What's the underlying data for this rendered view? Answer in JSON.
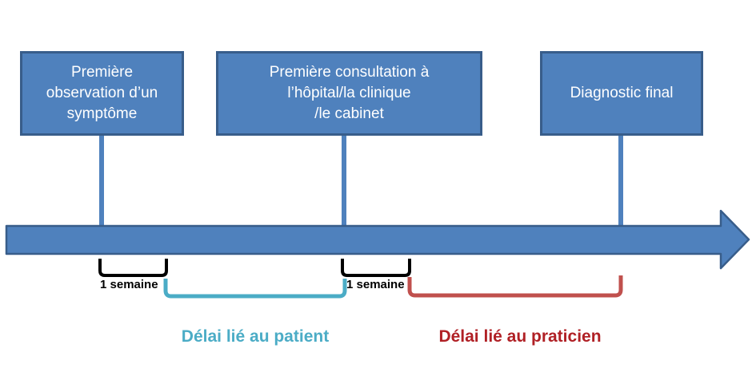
{
  "colors": {
    "box_fill": "#4F81BD",
    "box_border": "#385D8A",
    "timeline_fill": "#4F81BD",
    "timeline_border": "#385D8A",
    "bracket_black": "#000000",
    "bracket_teal": "#4BACC6",
    "bracket_red": "#C0504D",
    "label_teal": "#4BACC6",
    "label_red": "#B02025"
  },
  "boxes": [
    {
      "label": "Première\nobservation d’un\nsymptôme"
    },
    {
      "label": "Première consultation à\nl’hôpital/la clinique\n/le cabinet"
    },
    {
      "label": "Diagnostic final"
    }
  ],
  "durations": [
    {
      "label": "1 semaine"
    },
    {
      "label": "1 semaine"
    }
  ],
  "delays": [
    {
      "label": "Délai lié au patient"
    },
    {
      "label": "Délai lié au praticien"
    }
  ]
}
